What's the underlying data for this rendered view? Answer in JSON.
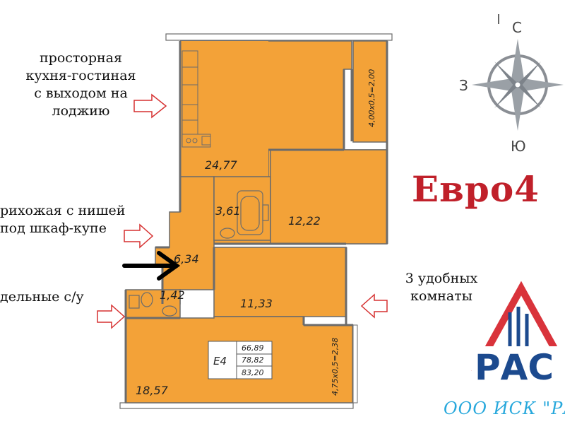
{
  "notes": {
    "kitchen": [
      "просторная",
      "кухня-гостиная",
      "с выходом на",
      "лоджию"
    ],
    "hallway": [
      "рихожая с нишей",
      "под шкаф-купе"
    ],
    "bathrooms": [
      "дельные с/у"
    ],
    "rooms": [
      "3 удобных",
      "комнаты"
    ]
  },
  "title": "Евро4",
  "plan": {
    "areas": {
      "kitchen_living": "24,77",
      "bath": "3,61",
      "bedroom_1": "12,22",
      "hall": "6,34",
      "wc": "1,42",
      "bedroom_2": "11,33",
      "living_room": "18,57"
    },
    "loggia_top": "4,00x0,5=2,00",
    "loggia_bottom": "4,75x0,5=2,38",
    "legend": {
      "code": "E4",
      "values": [
        "66,89",
        "78,82",
        "83,20"
      ]
    }
  },
  "compass": {
    "north": "С",
    "west": "З",
    "south": "Ю"
  },
  "logo": {
    "text": "РАС",
    "company": "ООО ИСК \"РА"
  },
  "colors": {
    "room_fill": "#f3a238",
    "wall": "#666666",
    "title_red": "#c0202a",
    "arrow_red": "#d63030",
    "logo_blue": "#1c4a8e",
    "logo_red": "#d9333b",
    "company_cyan": "#27a8dc"
  }
}
